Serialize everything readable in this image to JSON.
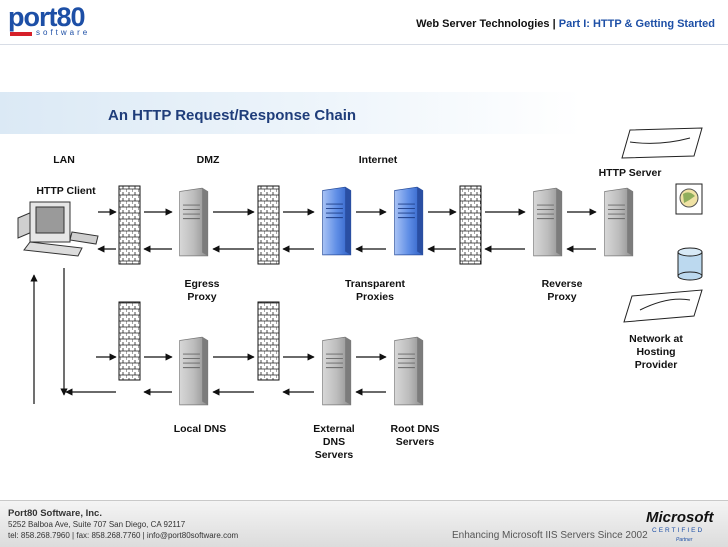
{
  "header": {
    "logo_text": "port80",
    "logo_sub": "software",
    "course": "Web Server Technologies",
    "separator": " | ",
    "part": "Part I: HTTP & Getting Started"
  },
  "title": "An HTTP Request/Response Chain",
  "zones": {
    "lan": "LAN",
    "dmz": "DMZ",
    "internet": "Internet"
  },
  "labels": {
    "http_client": "HTTP Client",
    "http_server": "HTTP Server",
    "egress_proxy": [
      "Egress",
      "Proxy"
    ],
    "transparent_proxies": [
      "Transparent",
      "Proxies"
    ],
    "reverse_proxy": [
      "Reverse",
      "Proxy"
    ],
    "network_at_hosting": [
      "Network at",
      "Hosting",
      "Provider"
    ],
    "local_dns": "Local DNS",
    "external_dns": [
      "External",
      "DNS",
      "Servers"
    ],
    "root_dns": [
      "Root DNS",
      "Servers"
    ]
  },
  "footer": {
    "company": "Port80 Software, Inc.",
    "address": "5252 Balboa Ave, Suite 707 San Diego, CA 92117",
    "contact": "tel: 858.268.7960 | fax: 858.268.7760 | info@port80software.com",
    "tagline": "Enhancing Microsoft IIS Servers Since 2002",
    "ms_word": "Microsoft",
    "ms_certified": "CERTIFIED",
    "ms_partner": "Partner"
  },
  "colors": {
    "title_blue": "#1f3d7a",
    "accent_blue": "#1d4fa6",
    "brand_red": "#d6202a",
    "server_gray": "#9a9a9a",
    "proxy_blue": "#4d7fe0"
  }
}
